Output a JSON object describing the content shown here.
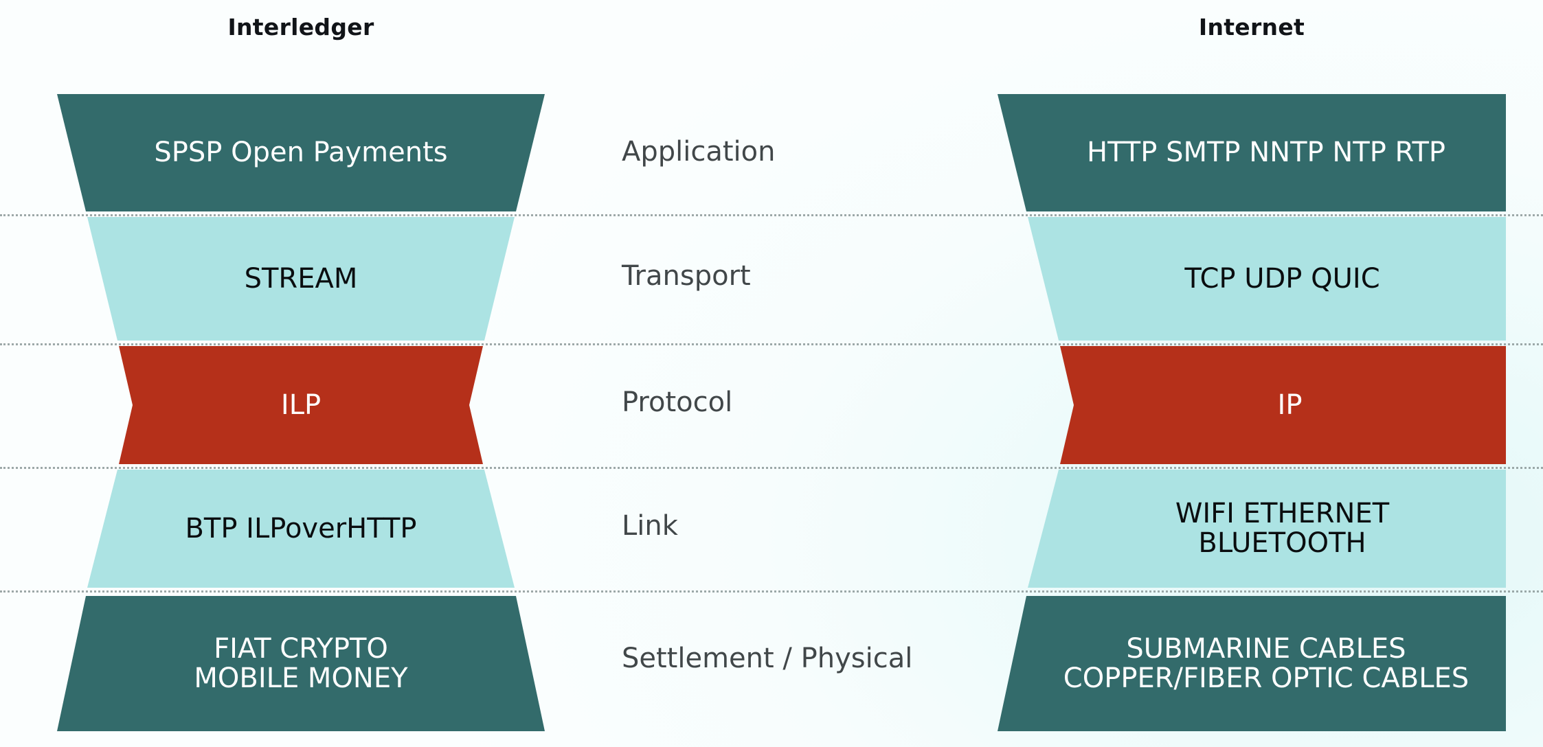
{
  "columns": {
    "left_title": "Interledger",
    "right_title": "Internet"
  },
  "middle_labels": [
    "Application",
    "Transport",
    "Protocol",
    "Link",
    "Settlement / Physical"
  ],
  "left_stack": [
    {
      "layer": "Application",
      "lines": [
        "SPSP   Open Payments"
      ],
      "fill": "#336b6b"
    },
    {
      "layer": "Transport",
      "lines": [
        "STREAM"
      ],
      "fill": "#ace3e3"
    },
    {
      "layer": "Protocol",
      "lines": [
        "ILP"
      ],
      "fill": "#b5301a"
    },
    {
      "layer": "Link",
      "lines": [
        "BTP  ILPoverHTTP"
      ],
      "fill": "#ace3e3"
    },
    {
      "layer": "Settlement / Physical",
      "lines": [
        "FIAT   CRYPTO",
        "MOBILE MONEY"
      ],
      "fill": "#336b6b"
    }
  ],
  "right_stack": [
    {
      "layer": "Application",
      "lines": [
        "HTTP  SMTP  NNTP  NTP  RTP"
      ],
      "fill": "#336b6b"
    },
    {
      "layer": "Transport",
      "lines": [
        "TCP  UDP  QUIC"
      ],
      "fill": "#ace3e3"
    },
    {
      "layer": "Protocol",
      "lines": [
        "IP"
      ],
      "fill": "#b5301a"
    },
    {
      "layer": "Link",
      "lines": [
        "WIFI   ETHERNET",
        "BLUETOOTH"
      ],
      "fill": "#ace3e3"
    },
    {
      "layer": "Settlement / Physical",
      "lines": [
        "SUBMARINE CABLES",
        "COPPER/FIBER OPTIC CABLES"
      ],
      "fill": "#336b6b"
    }
  ],
  "colors": {
    "teal": "#336b6b",
    "cyan": "#ace3e3",
    "red": "#b5301a",
    "background": "#f2fbfb",
    "rule": "#8d9a9a",
    "mid_label_text": "#414749",
    "title_text": "#111418"
  }
}
